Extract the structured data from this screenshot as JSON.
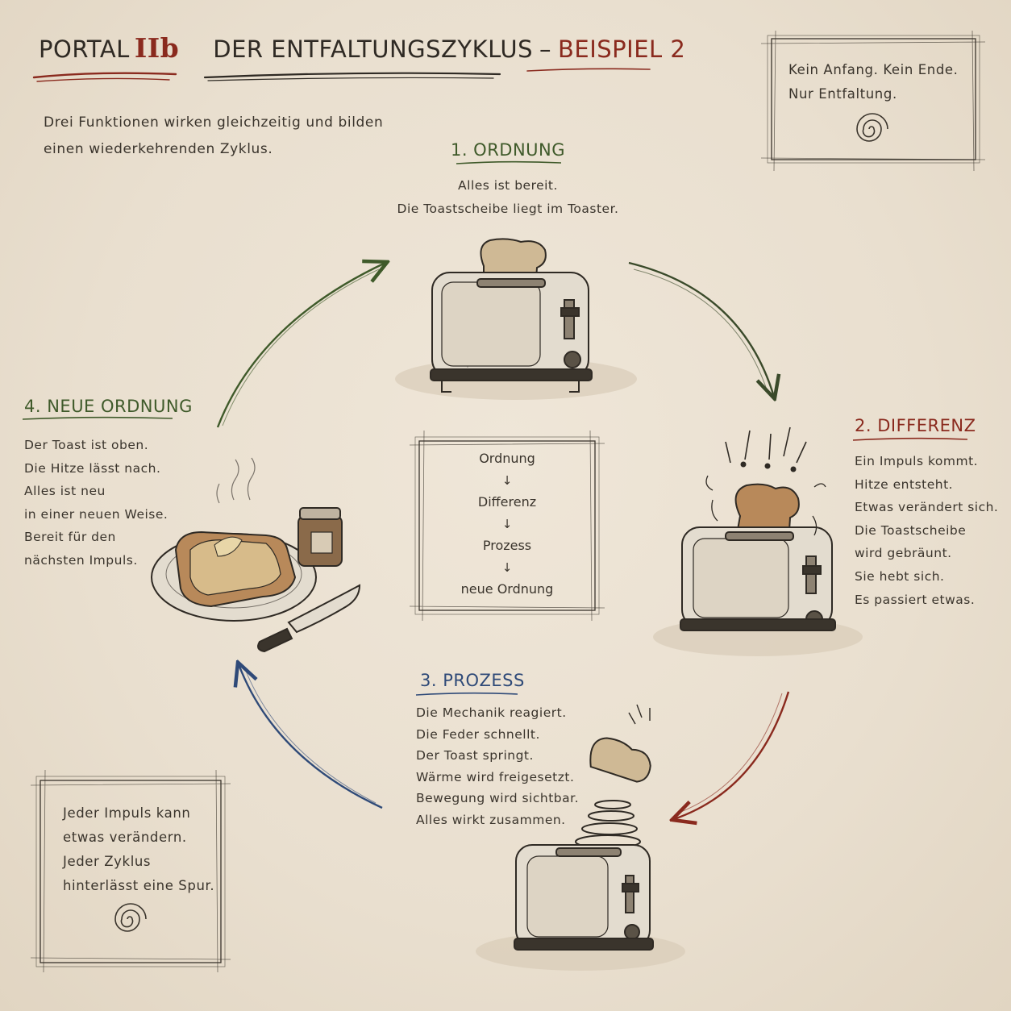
{
  "header": {
    "portal_word": "PORTAL",
    "portal_number": "IIb",
    "title": "DER ENTFALTUNGSZYKLUS",
    "dash": "–",
    "example": "BEISPIEL 2"
  },
  "intro": {
    "lines": [
      "Drei Funktionen wirken gleichzeitig und bilden",
      "einen wiederkehrenden Zyklus."
    ]
  },
  "quote_top": {
    "lines": [
      "Kein Anfang. Kein Ende.",
      "Nur Entfaltung."
    ]
  },
  "quote_bottom": {
    "lines": [
      "Jeder Impuls kann",
      "etwas verändern.",
      "Jeder Zyklus",
      "hinterlässt eine Spur."
    ]
  },
  "stages": {
    "ordnung": {
      "title": "1. ORDNUNG",
      "lines": [
        "Alles ist bereit.",
        "Die Toastscheibe liegt im Toaster."
      ]
    },
    "differenz": {
      "title": "2. DIFFERENZ",
      "lines": [
        "Ein Impuls kommt.",
        "Hitze entsteht.",
        "Etwas verändert sich.",
        "Die Toastscheibe",
        "wird gebräunt.",
        "Sie hebt sich.",
        "Es passiert etwas."
      ]
    },
    "prozess": {
      "title": "3. PROZESS",
      "lines": [
        "Die Mechanik reagiert.",
        "Die Feder schnellt.",
        "Der Toast springt.",
        "Wärme wird freigesetzt.",
        "Bewegung wird sichtbar.",
        "Alles wirkt zusammen."
      ]
    },
    "neue_ordnung": {
      "title": "4. NEUE ORDNUNG",
      "lines": [
        "Der Toast ist oben.",
        "Die Hitze lässt nach.",
        "Alles ist neu",
        "in einer neuen Weise.",
        "Bereit für den",
        "nächsten Impuls."
      ]
    }
  },
  "flow": {
    "items": [
      "Ordnung",
      "Differenz",
      "Prozess",
      "neue Ordnung"
    ],
    "arrow": "↓"
  },
  "colors": {
    "green": "#3f5a2a",
    "red": "#8a2a1e",
    "blue": "#2f4a78",
    "ink": "#2f2a24",
    "paper": "#ece2d3"
  },
  "icons": [
    "spiral-icon",
    "toaster-icon",
    "toast-icon",
    "plate-icon",
    "jam-jar-icon",
    "knife-icon",
    "cycle-arrow-icon"
  ]
}
